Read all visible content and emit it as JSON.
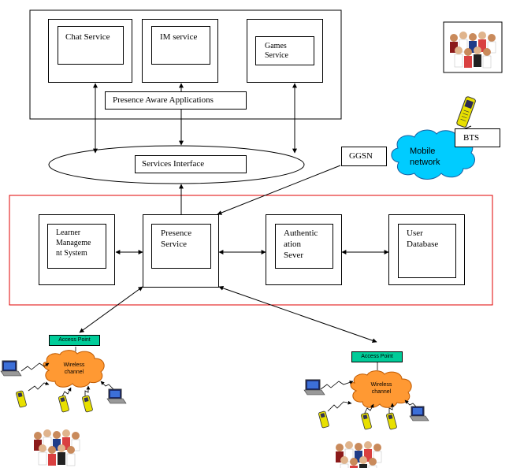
{
  "apps": {
    "chat": "Chat Service",
    "im": "IM service",
    "games_l1": "Games",
    "games_l2": "Service",
    "presence_apps": "Presence Aware Applications"
  },
  "services_interface": "Services Interface",
  "core": {
    "learner_l1": "Learner",
    "learner_l2": "Manageme",
    "learner_l3": "nt System",
    "presence_l1": "Presence",
    "presence_l2": "Service",
    "auth_l1": "Authentic",
    "auth_l2": "ation",
    "auth_l3": "Sever",
    "userdb_l1": "User",
    "userdb_l2": "Database"
  },
  "mobile": {
    "ggsn": "GGSN",
    "cloud_l1": "Mobile",
    "cloud_l2": "network",
    "bts": "BTS"
  },
  "wireless": {
    "ap_left": "Access Point",
    "ap_right": "Access Point",
    "channel_l1": "Wireless",
    "channel_l2": "channel"
  },
  "colors": {
    "core_border": "#e00000",
    "access_point": "#00cc99",
    "mobile_cloud": "#00ccff",
    "wireless_cloud": "#ff9933",
    "phone": "#e8e000"
  }
}
